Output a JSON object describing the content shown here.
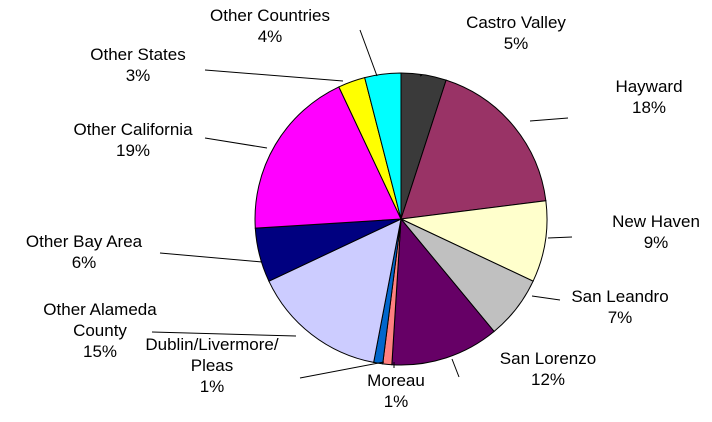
{
  "chart_data": {
    "type": "pie",
    "title": "",
    "start_angle_deg": 0,
    "direction": "clockwise",
    "legend": "none",
    "slices": [
      {
        "label": "Castro Valley",
        "pct_label": "5%",
        "value": 5,
        "color": "#3a3a3a"
      },
      {
        "label": "Hayward",
        "pct_label": "18%",
        "value": 18,
        "color": "#993366"
      },
      {
        "label": "New Haven",
        "pct_label": "9%",
        "value": 9,
        "color": "#ffffcc"
      },
      {
        "label": "San Leandro",
        "pct_label": "7%",
        "value": 7,
        "color": "#c0c0c0"
      },
      {
        "label": "San Lorenzo",
        "pct_label": "12%",
        "value": 12,
        "color": "#660066"
      },
      {
        "label": "Moreau",
        "pct_label": "1%",
        "value": 1,
        "color": "#ff8080"
      },
      {
        "label": "Dublin/Livermore/ Pleas",
        "pct_label": "1%",
        "value": 1,
        "color": "#0066cc"
      },
      {
        "label": "Other Alameda County",
        "pct_label": "15%",
        "value": 15,
        "color": "#ccccff"
      },
      {
        "label": "Other Bay Area",
        "pct_label": "6%",
        "value": 6,
        "color": "#000080"
      },
      {
        "label": "Other California",
        "pct_label": "19%",
        "value": 19,
        "color": "#ff00ff"
      },
      {
        "label": "Other States",
        "pct_label": "3%",
        "value": 3,
        "color": "#ffff00"
      },
      {
        "label": "Other Countries",
        "pct_label": "4%",
        "value": 4,
        "color": "#00ffff"
      }
    ]
  }
}
